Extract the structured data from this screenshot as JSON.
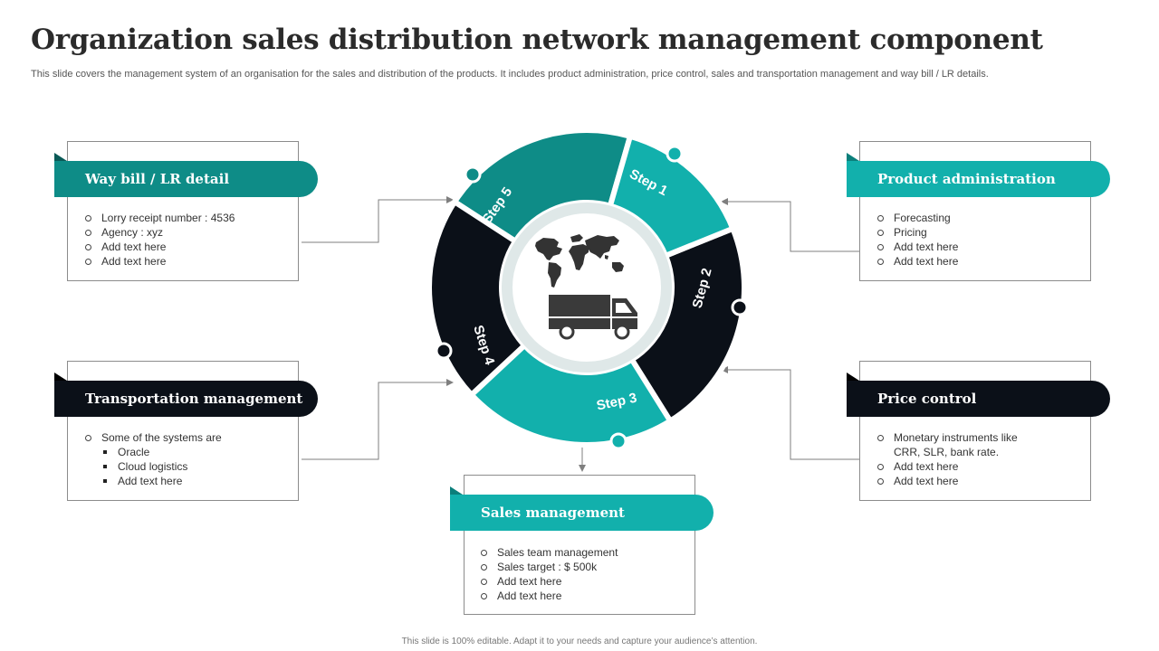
{
  "title": "Organization sales distribution network management component",
  "subtitle": "This slide covers the management system of an organisation for the sales and distribution of the products. It includes product administration, price control, sales and transportation management  and way bill / LR details.",
  "footer": "This slide is 100% editable. Adapt it to your needs and capture your audience’s attention.",
  "colors": {
    "teal": "#12B0AC",
    "dark_teal": "#0E8C87",
    "black": "#0B1018",
    "ring_gray": "#d9e6e6",
    "connector": "#7f7f7f"
  },
  "steps": [
    "Step 1",
    "Step 2",
    "Step 3",
    "Step 4",
    "Step 5"
  ],
  "center_icons": [
    "world-map-icon",
    "truck-icon"
  ],
  "panels": {
    "waybill": {
      "title": "Way bill / LR detail",
      "items": [
        "Lorry receipt number  :  4536",
        "Agency : xyz",
        "Add text here",
        "Add text here"
      ]
    },
    "product": {
      "title": "Product administration",
      "items": [
        "Forecasting",
        "Pricing",
        "Add text here",
        "Add text here"
      ]
    },
    "transport": {
      "title": "Transportation management",
      "items": [
        "Some of the systems are"
      ],
      "subitems": [
        "Oracle",
        "Cloud logistics",
        "Add text here"
      ]
    },
    "price": {
      "title": "Price control",
      "items": [
        "Monetary instruments like",
        "CRR, SLR, bank rate.",
        "Add text here",
        "Add text here"
      ]
    },
    "sales": {
      "title": "Sales management",
      "items": [
        "Sales team management",
        "Sales target : $ 500k",
        "Add text here",
        "Add text here"
      ]
    }
  }
}
